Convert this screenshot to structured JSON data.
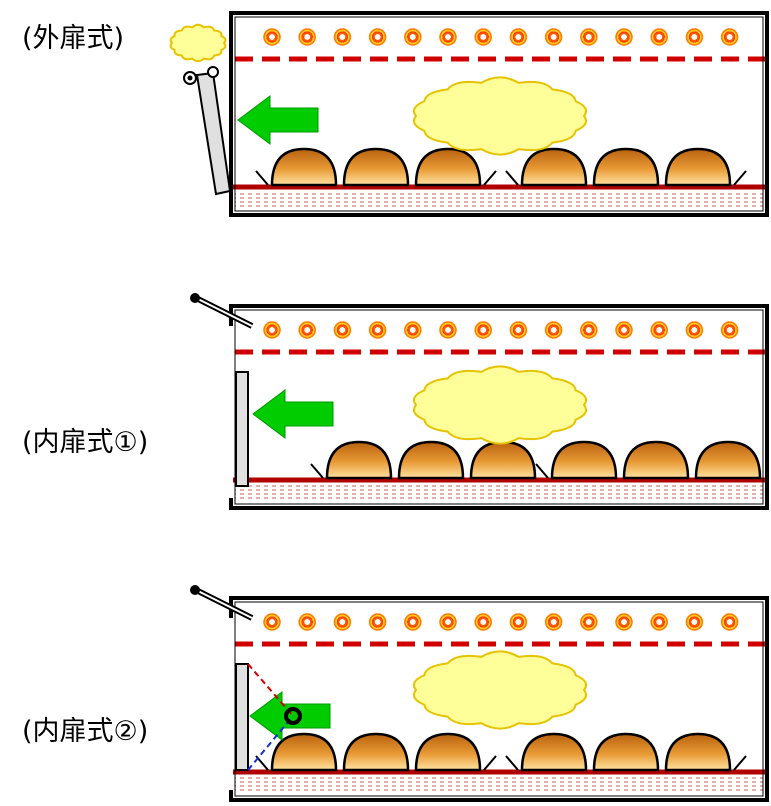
{
  "labels": {
    "outer": "(外扉式)",
    "inner1": "(内扉式①)",
    "inner2": "(内扉式②)"
  },
  "colors": {
    "frame": "#000000",
    "heater_red": "#c00000",
    "heater_glow": "#ffcc00",
    "arrow_green": "#00cc00",
    "steam_fill": "#ffff99",
    "steam_stroke": "#e6c300",
    "bread_dark": "#b8610f",
    "bread_light": "#ffd98a",
    "tray_red": "#b00000",
    "door_fill": "#e0e0e0",
    "dashed_red": "#d00000",
    "dashed_blue": "#1030d0"
  },
  "icons": [
    "heater-element-icon",
    "steam-cloud-icon",
    "bread-loaf-icon",
    "airflow-arrow-icon",
    "door-hinge-icon",
    "door-handle-icon"
  ]
}
